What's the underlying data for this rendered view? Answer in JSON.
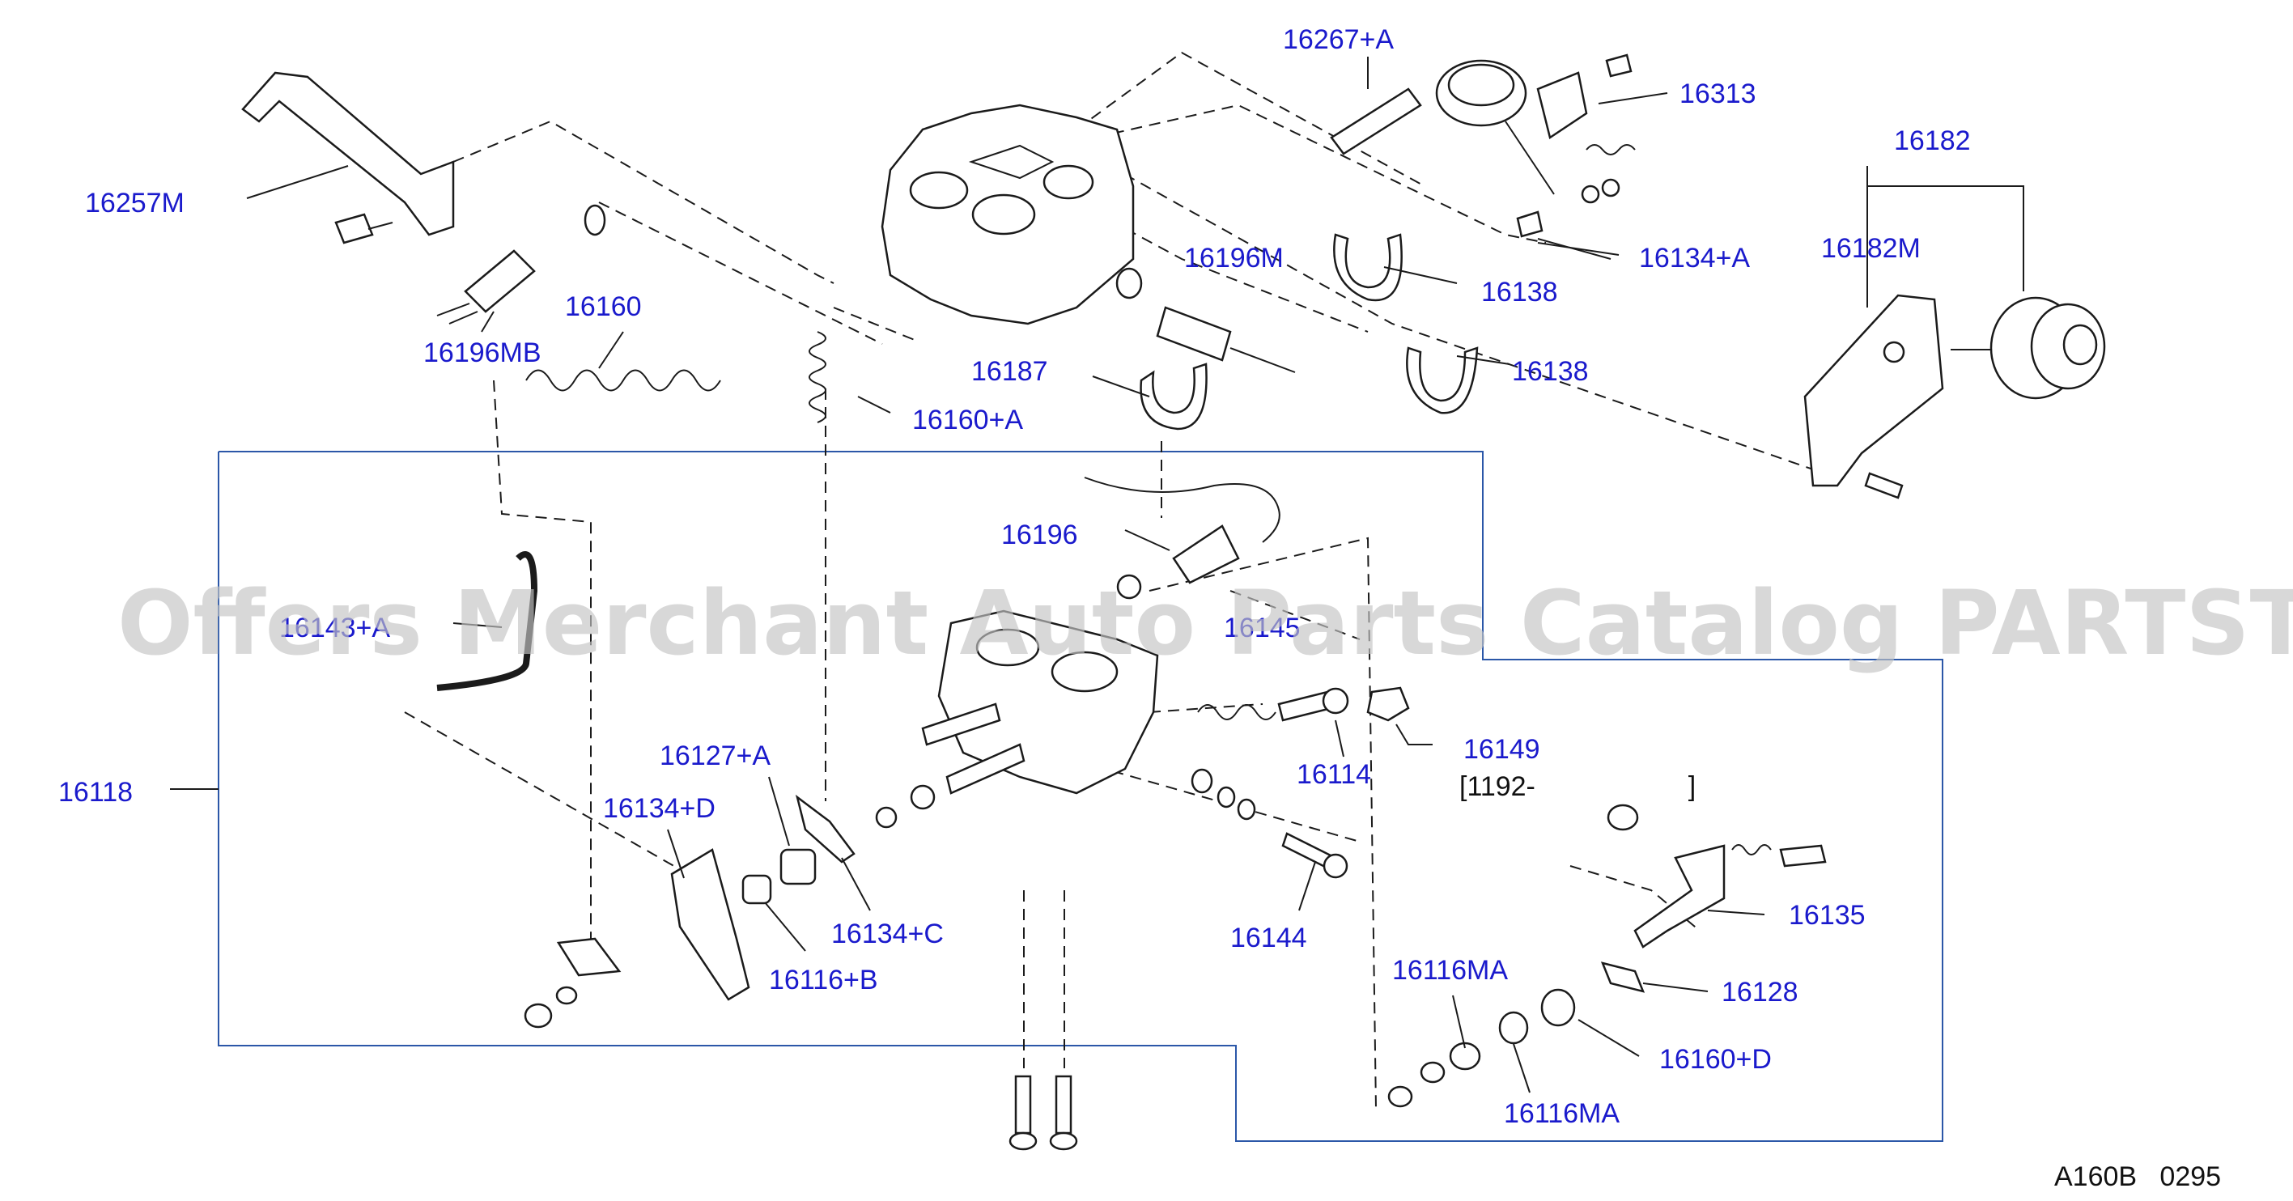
{
  "colors": {
    "label": "#1a1acc",
    "frame": "#2b57a8",
    "watermark": "#c4c4c4",
    "ink": "#1b1b1b"
  },
  "watermark": "Offers Merchant Auto Parts Catalog PARTSTORE.SA",
  "labels": {
    "p16267A": "16267+A",
    "p16313": "16313",
    "p16182": "16182",
    "p16182M": "16182M",
    "p16257M": "16257M",
    "p16196M": "16196M",
    "p16134A": "16134+A",
    "p16138a": "16138",
    "p16138b": "16138",
    "p16160": "16160",
    "p16196MB": "16196MB",
    "p16187": "16187",
    "p16160A": "16160+A",
    "p16196": "16196",
    "p16143A": "16143+A",
    "p16145": "16145",
    "p16149": "16149",
    "p16114": "16114",
    "p16118": "16118",
    "p16127A": "16127+A",
    "p16134D": "16134+D",
    "p16134C": "16134+C",
    "p16116B": "16116+B",
    "p16144": "16144",
    "p16116MA1": "16116MA",
    "p16116MA2": "16116MA",
    "p16135": "16135",
    "p16128": "16128",
    "p16160D": "16160+D"
  },
  "serial_note": "[1192-                    ]",
  "figure_code": "A160B   0295"
}
